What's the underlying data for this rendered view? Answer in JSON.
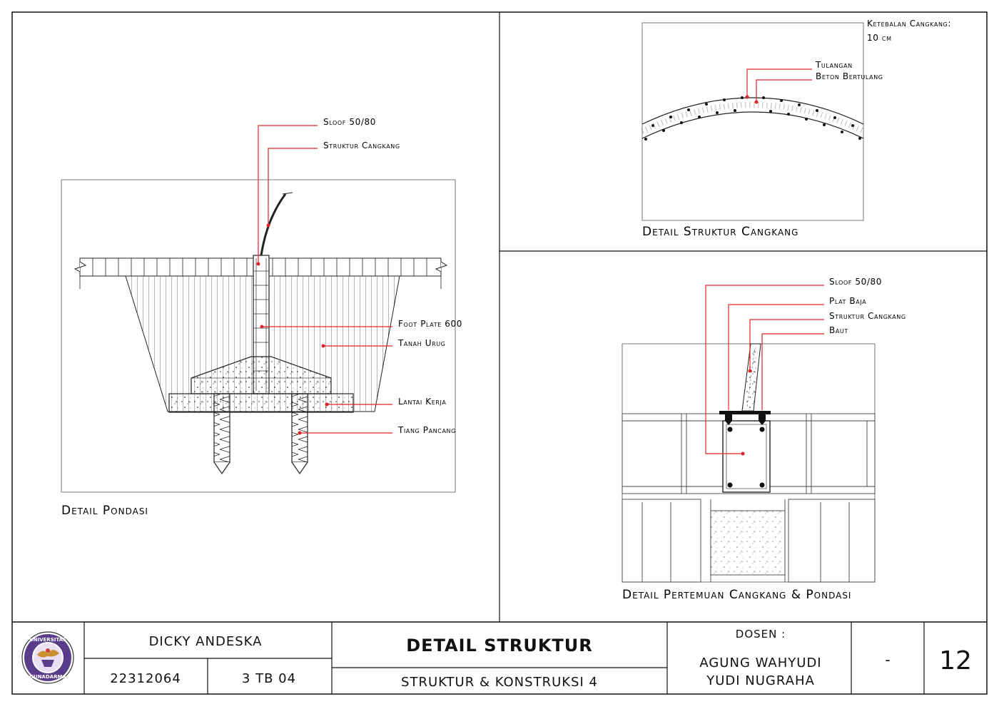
{
  "panels": {
    "pondasi": {
      "title": "Detail Pondasi",
      "labels": {
        "sloof": "Sloof 50/80",
        "struktur_cangkang": "Struktur Cangkang",
        "foot_plate": "Foot Plate 600",
        "tanah_urug": "Tanah Urug",
        "lantai_kerja": "Lantai Kerja",
        "tiang_pancang": "Tiang Pancang"
      }
    },
    "cangkang": {
      "title": "Detail Struktur Cangkang",
      "thickness_label": "Ketebalan Cangkang:",
      "thickness_value": "10 cm",
      "labels": {
        "tulangan": "Tulangan",
        "beton_bertulang": "Beton Bertulang"
      }
    },
    "pertemuan": {
      "title": "Detail Pertemuan Cangkang & Pondasi",
      "labels": {
        "sloof": "Sloof 50/80",
        "plat_baja": "Plat Baja",
        "struktur_cangkang": "Struktur Cangkang",
        "baut": "Baut"
      }
    }
  },
  "title_block": {
    "logo_text_top": "UNIVERSITAS",
    "logo_text_bottom": "GUNADARMA",
    "student_name": "DICKY ANDESKA",
    "student_id": "22312064",
    "class": "3 TB 04",
    "drawing_title": "DETAIL STRUKTUR",
    "course": "STRUKTUR & KONSTRUKSI 4",
    "dosen_label": "DOSEN :",
    "dosen_1": "AGUNG WAHYUDI",
    "dosen_2": "YUDI NUGRAHA",
    "scale": "-",
    "sheet_number": "12"
  },
  "colors": {
    "leader": "#e0242b",
    "line": "#111111"
  }
}
